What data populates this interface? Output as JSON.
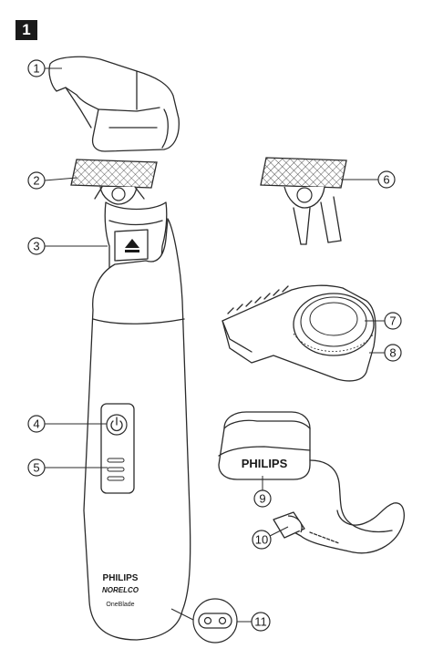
{
  "figure_number": "1",
  "brand_main": "PHILIPS",
  "brand_sub": "NORELCO",
  "model_name": "OneBlade",
  "adapter_brand": "PHILIPS",
  "callouts": [
    "1",
    "2",
    "3",
    "4",
    "5",
    "6",
    "7",
    "8",
    "9",
    "10",
    "11"
  ]
}
